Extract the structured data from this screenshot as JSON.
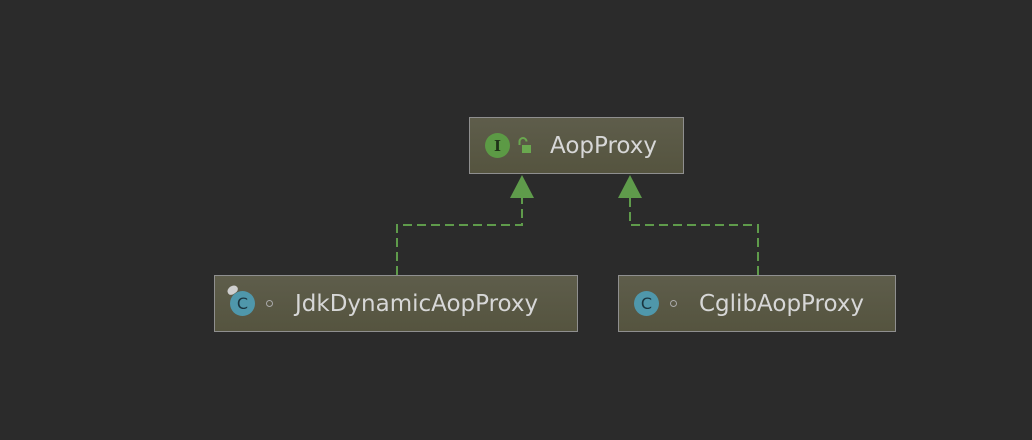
{
  "diagram": {
    "nodes": [
      {
        "id": "aop-proxy",
        "label": "AopProxy",
        "kind": "interface",
        "badge_letter": "I",
        "visibility_icon": "unlock-icon"
      },
      {
        "id": "jdk-dynamic-aop-proxy",
        "label": "JdkDynamicAopProxy",
        "kind": "class",
        "badge_letter": "C",
        "visibility_icon": "package-dot-icon"
      },
      {
        "id": "cglib-aop-proxy",
        "label": "CglibAopProxy",
        "kind": "class",
        "badge_letter": "C",
        "visibility_icon": "package-dot-icon"
      }
    ],
    "edges": [
      {
        "from": "jdk-dynamic-aop-proxy",
        "to": "aop-proxy",
        "type": "implements",
        "style": "dashed"
      },
      {
        "from": "cglib-aop-proxy",
        "to": "aop-proxy",
        "type": "implements",
        "style": "dashed"
      }
    ],
    "colors": {
      "background": "#2b2b2b",
      "node_fill": "#5a5944",
      "edge": "#5f9b4b",
      "interface_badge": "#5c9a45",
      "class_badge": "#4f97ab",
      "text": "#d7d7d7"
    }
  }
}
